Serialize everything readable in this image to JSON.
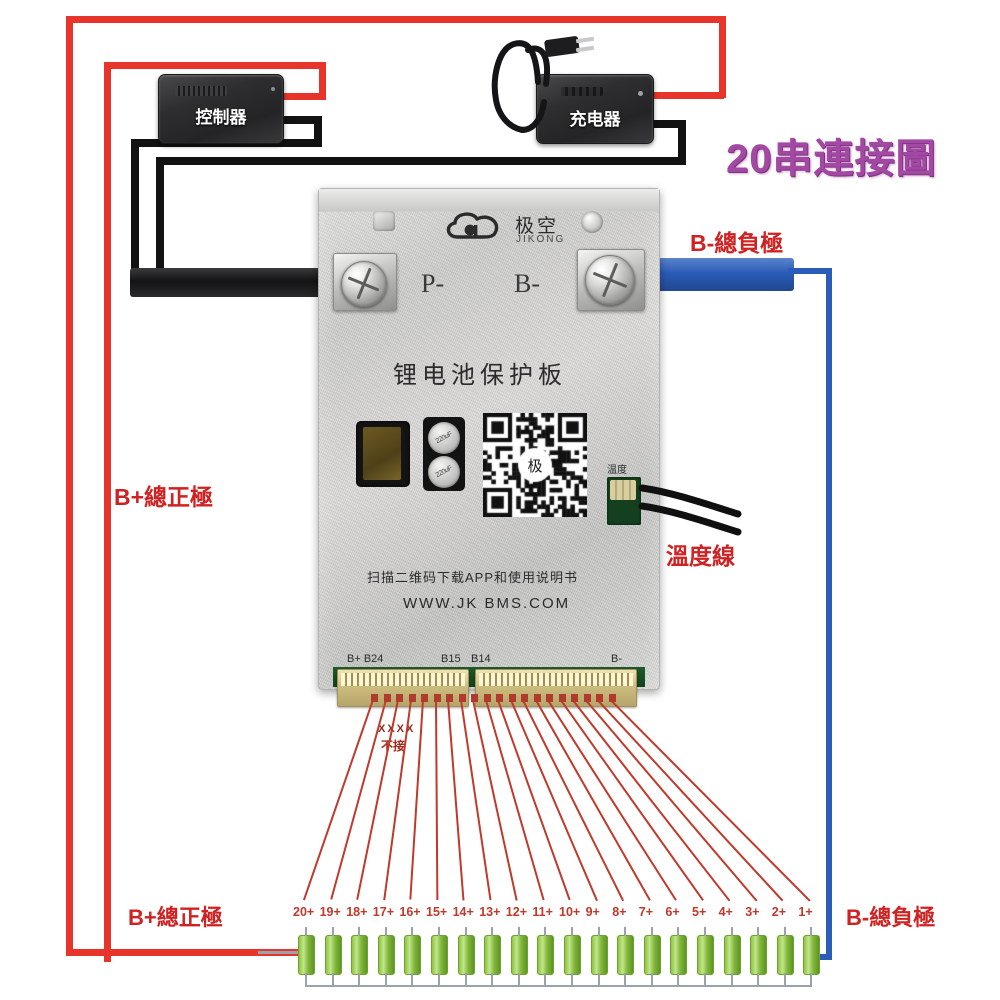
{
  "diagram": {
    "title": "20串連接圖",
    "title_color": "#a349a4"
  },
  "devices": {
    "controller": {
      "label": "控制器",
      "name": "controller-box"
    },
    "charger": {
      "label": "充电器",
      "name": "charger-box"
    }
  },
  "board": {
    "brand_cn": "极空",
    "brand_en": "JIKONG",
    "product_name": "锂电池保护板",
    "terminal_p": "P-",
    "terminal_b": "B-",
    "scan_text": "扫描二维码下载APP和使用说明书",
    "website": "WWW.JK BMS.COM",
    "temp_port_label": "温度",
    "connector_labels": {
      "left": "B+ B24",
      "mid_a": "B15",
      "mid_b": "B14",
      "right": "B-"
    }
  },
  "annotations": {
    "b_plus_left": "B+總正極",
    "b_minus_right": "B-總負極",
    "temp_wire": "溫度線",
    "b_plus_bottom": "B+總正極",
    "b_minus_bottom": "B-總負極",
    "no_connect_x": "XXXX",
    "no_connect": "不接"
  },
  "battery": {
    "cell_count": 20,
    "cell_labels": [
      "20+",
      "19+",
      "18+",
      "17+",
      "16+",
      "15+",
      "14+",
      "13+",
      "12+",
      "11+",
      "10+",
      "9+",
      "8+",
      "7+",
      "6+",
      "5+",
      "4+",
      "3+",
      "2+",
      "1+"
    ]
  },
  "colors": {
    "positive_wire": "#e8352b",
    "negative_wire": "#2a5cb8",
    "black_wire": "#121212",
    "label_red": "#cf2222",
    "cell_green": "#8cc63f"
  }
}
